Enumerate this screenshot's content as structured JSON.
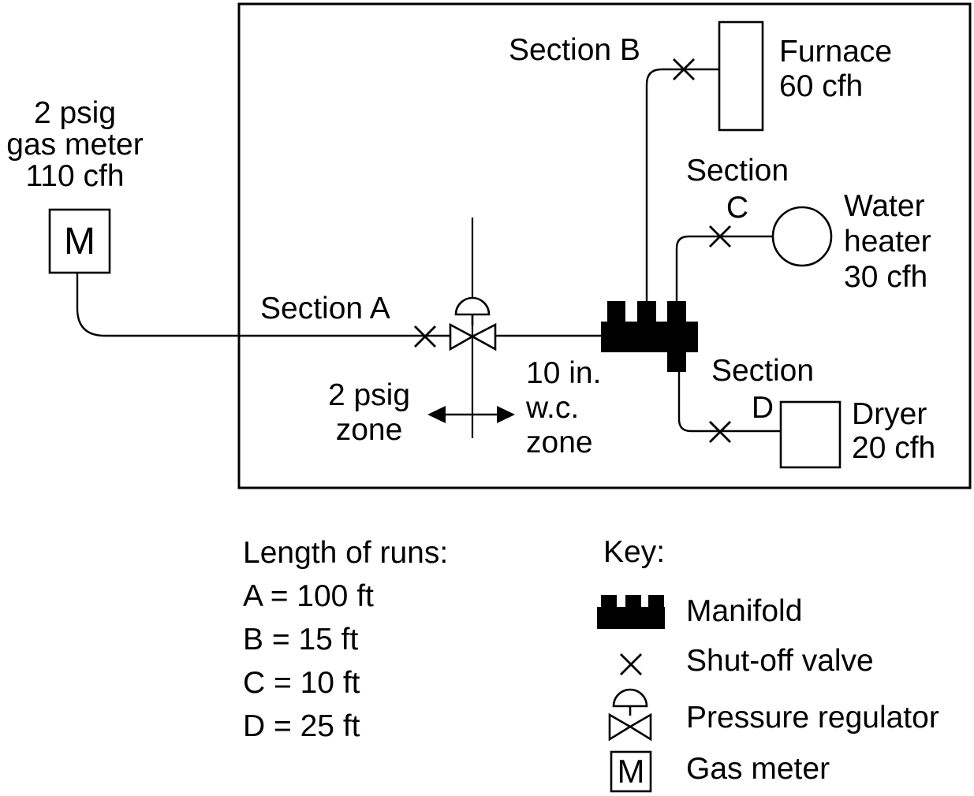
{
  "colors": {
    "ink": "#000000",
    "background": "#ffffff"
  },
  "meter": {
    "title": "2 psig\ngas meter\n110 cfh",
    "letter": "M"
  },
  "sections": {
    "a": "Section A",
    "b": "Section B",
    "c": "Section\nC",
    "d": "Section\nD"
  },
  "zones": {
    "high_pressure": "2 psig\nzone",
    "low_pressure": "10 in.\nw.c.\nzone"
  },
  "appliances": {
    "furnace": "Furnace\n60 cfh",
    "water_heater": "Water\nheater\n30 cfh",
    "dryer": "Dryer\n20 cfh"
  },
  "lengths": {
    "title": "Length of runs:",
    "items": [
      "A = 100 ft",
      "B = 15 ft",
      "C = 10 ft",
      "D = 25 ft"
    ]
  },
  "key": {
    "title": "Key:",
    "items": [
      {
        "label": "Manifold"
      },
      {
        "label": "Shut-off valve"
      },
      {
        "label": "Pressure regulator"
      },
      {
        "label": "Gas meter"
      }
    ],
    "meter_letter": "M"
  }
}
